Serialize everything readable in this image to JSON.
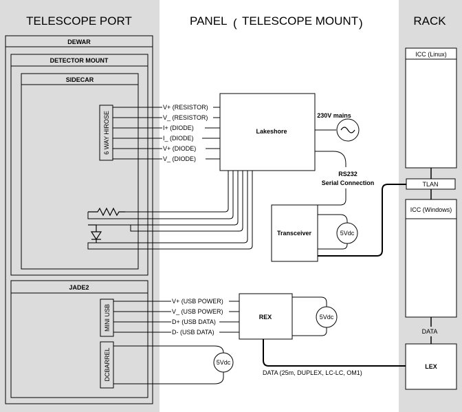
{
  "columns": {
    "telescope_port": "TELESCOPE PORT",
    "panel": "PANEL",
    "panel_sub": "TELESCOPE MOUNT",
    "rack": "RACK"
  },
  "telescope_port": {
    "dewar": "DEWAR",
    "detector_mount": "DETECTOR MOUNT",
    "sidecar": "SIDECAR",
    "hirose": "6 WAY HIROSE",
    "jade2": "JADE2",
    "mini_usb": "MINI USB",
    "dcbarrel": "DCBARREL"
  },
  "lakeshore": {
    "label": "Lakeshore",
    "signals": [
      "V+ (RESISTOR)",
      "V_ (RESISTOR)",
      "I+ (DIODE)",
      "I_ (DIODE)",
      "V+ (DIODE)",
      "V_ (DIODE)"
    ],
    "mains": "230V mains",
    "serial_1": "RS232",
    "serial_2": "Serial Connection"
  },
  "transceiver": {
    "label": "Transceiver",
    "supply": "5Vdc"
  },
  "rex": {
    "label": "REX",
    "supply": "5Vdc",
    "signals": [
      "V+ (USB POWER)",
      "V_ (USB POWER)",
      "D+ (USB DATA)",
      "D- (USB DATA)"
    ]
  },
  "jade_supply": "5Vdc",
  "fiber_link": "DATA (25m, DUPLEX, LC-LC, OM1)",
  "rack": {
    "icc_linux": "ICC (Linux)",
    "tlan": "TLAN",
    "icc_windows": "ICC (Windows)",
    "data": "DATA",
    "lex": "LEX"
  }
}
